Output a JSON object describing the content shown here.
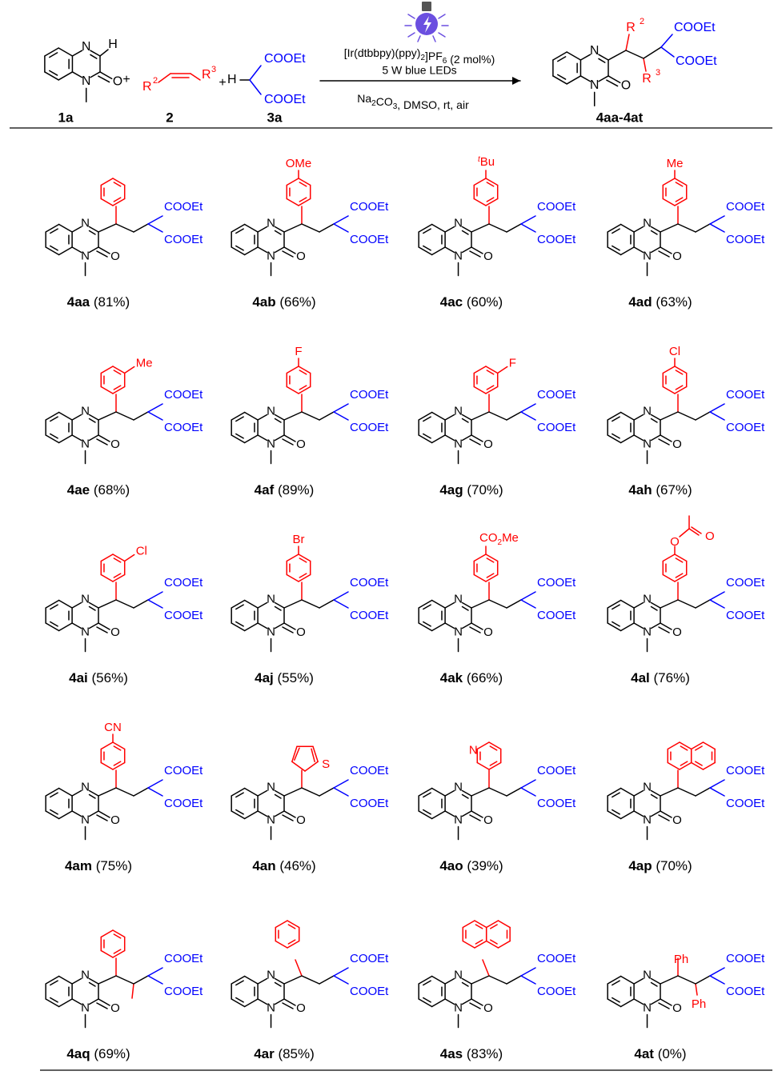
{
  "reaction": {
    "reagents": {
      "cat_prefix": "[Ir(dtbbpy)(ppy)",
      "cat_sub1": "2",
      "cat_mid": "]PF",
      "cat_sub2": "6",
      "cat_suffix": " (2 mol%)",
      "light": "5 W blue LEDs",
      "base_prefix": "Na",
      "base_sub": "2",
      "base_suffix": "CO",
      "base_sub2": "3",
      "base_rest": ", DMSO, rt, air"
    },
    "compounds": [
      {
        "id": "1a",
        "label": "1a"
      },
      {
        "id": "2",
        "label": "2"
      },
      {
        "id": "3a",
        "label": "3a"
      },
      {
        "id": "product",
        "label": "4aa-4at"
      }
    ],
    "atom_labels": {
      "N": "N",
      "O": "O",
      "H": "H",
      "S": "S",
      "R2": "R",
      "R2_sup": "2",
      "R3": "R",
      "R3_sup": "3",
      "COOEt": "COOEt",
      "plus": "+"
    }
  },
  "products": [
    {
      "code": "4aa",
      "yield": "(81%)",
      "substituent": ""
    },
    {
      "code": "4ab",
      "yield": "(66%)",
      "substituent": "OMe"
    },
    {
      "code": "4ac",
      "yield": "(60%)",
      "substituent": "tBu"
    },
    {
      "code": "4ad",
      "yield": "(63%)",
      "substituent": "Me"
    },
    {
      "code": "4ae",
      "yield": "(68%)",
      "substituent": "Me"
    },
    {
      "code": "4af",
      "yield": "(89%)",
      "substituent": "F"
    },
    {
      "code": "4ag",
      "yield": "(70%)",
      "substituent": "F"
    },
    {
      "code": "4ah",
      "yield": "(67%)",
      "substituent": "Cl"
    },
    {
      "code": "4ai",
      "yield": "(56%)",
      "substituent": "Cl"
    },
    {
      "code": "4aj",
      "yield": "(55%)",
      "substituent": "Br"
    },
    {
      "code": "4ak",
      "yield": "(66%)",
      "substituent": "CO2Me"
    },
    {
      "code": "4al",
      "yield": "(76%)",
      "substituent": "OAc"
    },
    {
      "code": "4am",
      "yield": "(75%)",
      "substituent": "CN"
    },
    {
      "code": "4an",
      "yield": "(46%)",
      "substituent": "S"
    },
    {
      "code": "4ao",
      "yield": "(39%)",
      "substituent": "N"
    },
    {
      "code": "4ap",
      "yield": "(70%)",
      "substituent": ""
    },
    {
      "code": "4aq",
      "yield": "(69%)",
      "substituent": ""
    },
    {
      "code": "4ar",
      "yield": "(85%)",
      "substituent": ""
    },
    {
      "code": "4as",
      "yield": "(83%)",
      "substituent": ""
    },
    {
      "code": "4at",
      "yield": "(0%)",
      "substituent": "Ph"
    }
  ],
  "substituent_parts": {
    "co2me_a": "CO",
    "co2me_sub": "2",
    "co2me_b": "Me",
    "tbu_sup": "t",
    "tbu_rest": "Bu"
  },
  "colors": {
    "blue": "#0000ff",
    "red": "#ff0000",
    "bulb": "#6b4fe0"
  }
}
